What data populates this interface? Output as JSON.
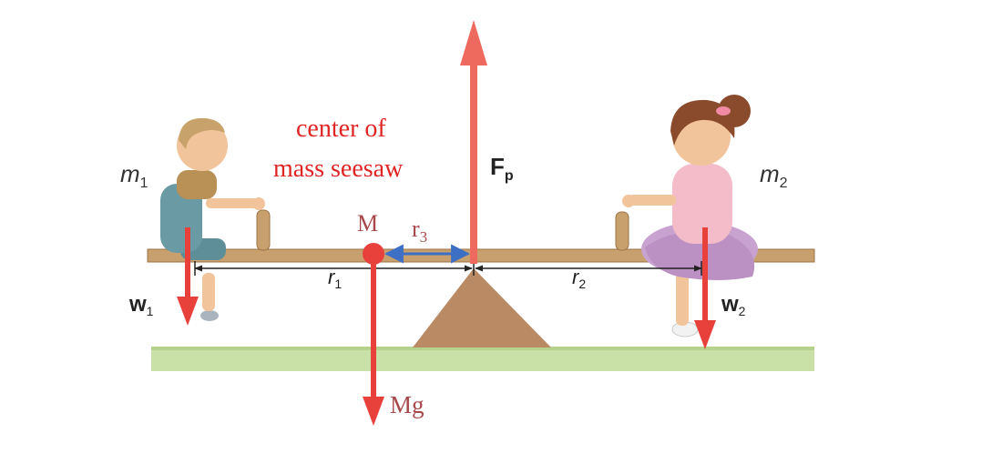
{
  "labels": {
    "m1": "m",
    "m1_sub": "1",
    "m2": "m",
    "m2_sub": "2",
    "w1": "w",
    "w1_sub": "1",
    "w2": "w",
    "w2_sub": "2",
    "r1": "r",
    "r1_sub": "1",
    "r2": "r",
    "r2_sub": "2",
    "r3": "r",
    "r3_sub": "3",
    "fp": "F",
    "fp_sub": "p",
    "M": "M",
    "Mg": "Mg",
    "com_line1": "center of",
    "com_line2": "mass seesaw"
  },
  "colors": {
    "force_arrow": "#e8413c",
    "fp_arrow": "#ef6a5e",
    "board": "#c8a06e",
    "fulcrum": "#b98a63",
    "ground": "#c9e0a6",
    "r3_arrow": "#3d6fc4",
    "annotation_red": "#e02424",
    "label_dark": "#333333",
    "label_mass": "#a8484b"
  }
}
